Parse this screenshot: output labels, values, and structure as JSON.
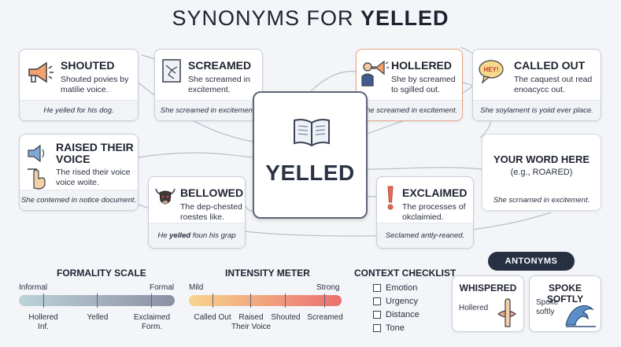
{
  "title": {
    "prefix": "SYNONYMS FOR",
    "word": "YELLED"
  },
  "center": {
    "word": "YELLED"
  },
  "cards": {
    "shouted": {
      "head": "SHOUTED",
      "desc": "Shouted povies by matilie voice.",
      "example": "He yelled for his dog."
    },
    "screamed": {
      "head": "SCREAMED",
      "desc": "She screamed in excitement.",
      "example": "She screamed in excitement."
    },
    "hollered": {
      "head": "HOLLERED",
      "desc": "She by screamed to sgilled out.",
      "example": "She screamed in excitement."
    },
    "called_out": {
      "head": "CALLED OUT",
      "desc": "The caquest out read enoacycc out.",
      "example": "She soylament is yoiid ever place.",
      "bubble": "HEY!"
    },
    "raised_voice": {
      "head": "RAISED THEIR VOICE",
      "desc": "The rised their voice voice woite.",
      "example": "She contemed in notice document."
    },
    "bellowed": {
      "head": "BELLOWED",
      "desc": "The dep-chested roestes like.",
      "example_prefix": "He ",
      "example_bold": "yelled",
      "example_suffix": " foun his grap"
    },
    "exclaimed": {
      "head": "EXCLAIMED",
      "desc": "The processes of okclaimied.",
      "example": "Seclamed antly-reaned."
    },
    "your_word": {
      "head": "YOUR WORD HERE",
      "sub": "(e.g., ROARED)",
      "example": "She scrnamed in excitement."
    }
  },
  "formality": {
    "title": "FORMALITY SCALE",
    "left": "Informal",
    "right": "Formal",
    "labels": [
      "Hollered Inf.",
      "Yelled",
      "Exclaimed Form."
    ],
    "colors": [
      "#bcd3d8",
      "#8d8fa5"
    ]
  },
  "intensity": {
    "title": "INTENSITY METER",
    "left": "Mild",
    "right": "Strong",
    "labels": [
      "Called Out",
      "Raised Their Voice",
      "Shouted",
      "Screamed"
    ],
    "colors": [
      "#f7d58e",
      "#ea6f6f"
    ]
  },
  "checklist": {
    "title": "CONTEXT CHECKLIST",
    "items": [
      "Emotion",
      "Urgency",
      "Distance",
      "Tone"
    ]
  },
  "antonyms": {
    "title": "ANTONYMS",
    "whispered": {
      "head": "WHISPERED",
      "desc": "Hollered"
    },
    "spoke_softly": {
      "head": "SPOKE SOFTLY",
      "desc": "Spoke softly"
    }
  },
  "colors": {
    "accent_orange": "#e9a586",
    "dark": "#273142"
  }
}
